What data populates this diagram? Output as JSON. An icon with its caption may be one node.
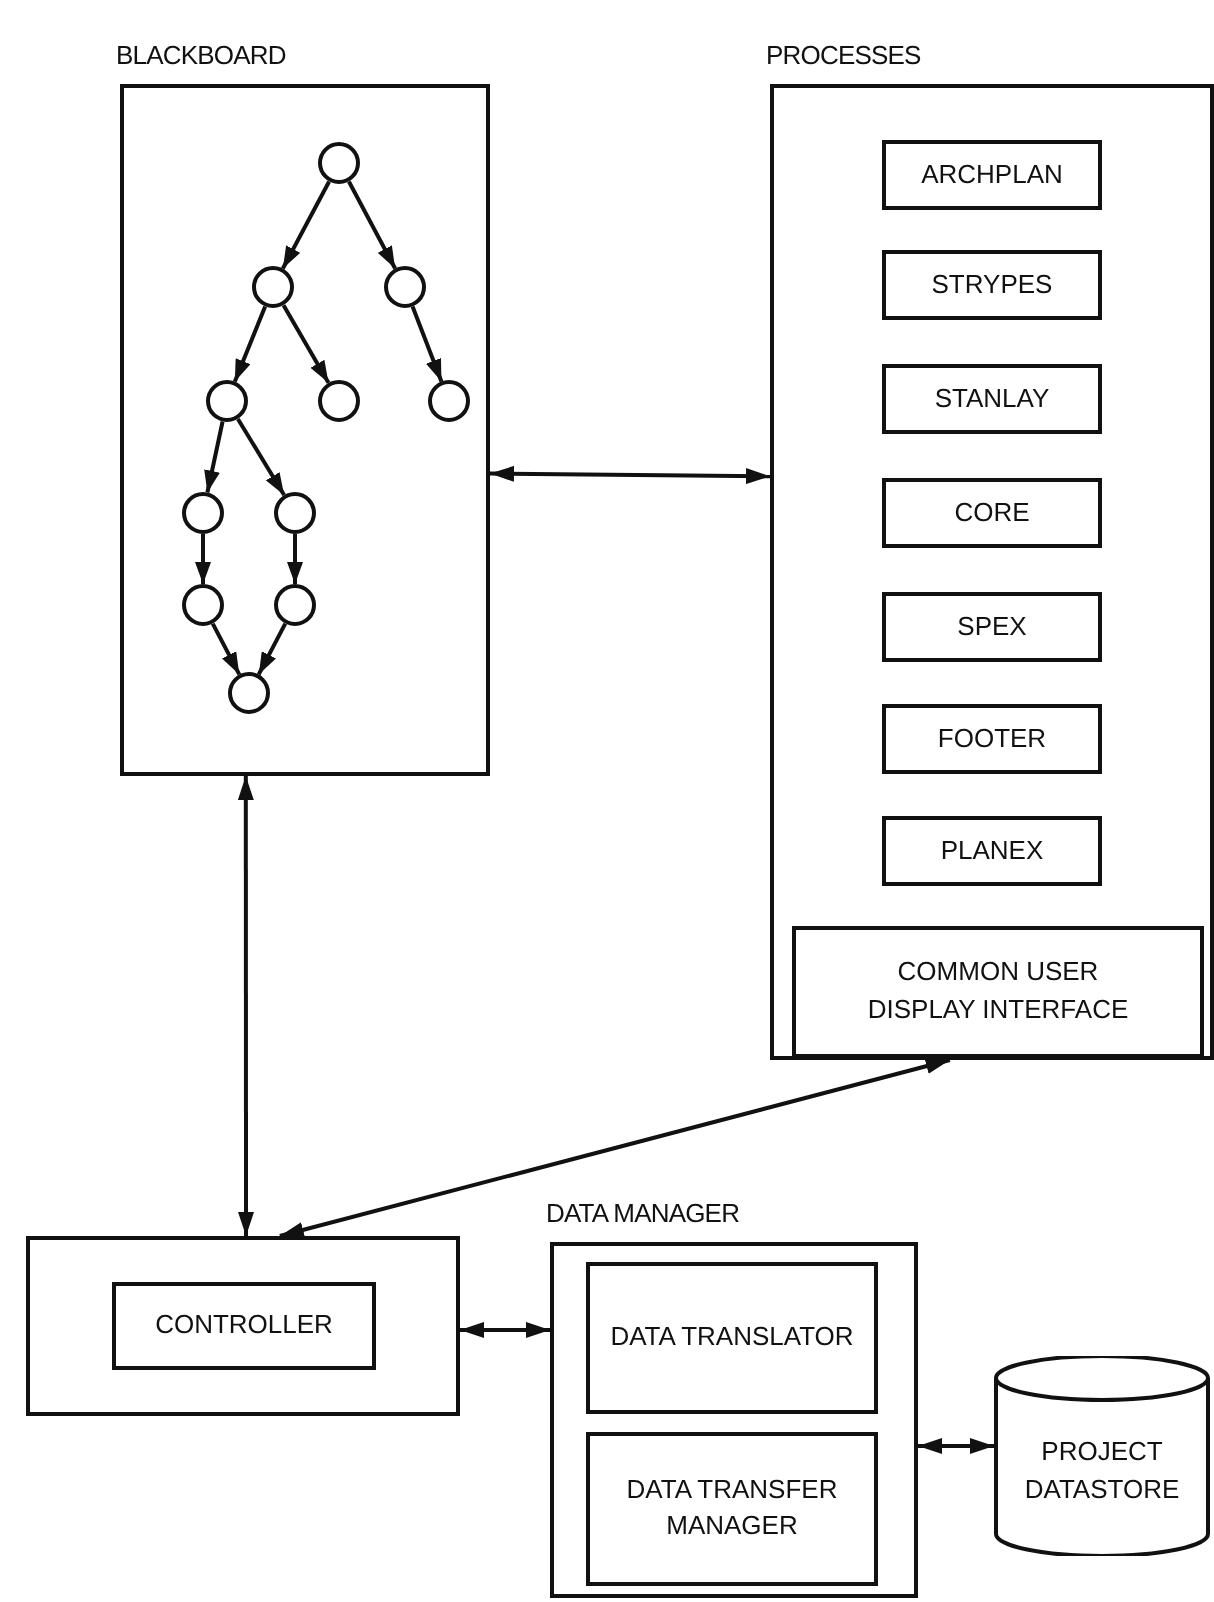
{
  "diagram": {
    "nodes": [
      {
        "text": [
          "BLACKBOARD"
        ]
      },
      {
        "text": [],
        "shape": "circle",
        "in": 0
      },
      {
        "text": [],
        "shape": "circle",
        "in": 0
      },
      {
        "text": [],
        "shape": "circle",
        "in": 0
      },
      {
        "text": [],
        "shape": "circle",
        "in": 0
      },
      {
        "text": [],
        "shape": "circle",
        "in": 0
      },
      {
        "text": [],
        "shape": "circle",
        "in": 0
      },
      {
        "text": [],
        "shape": "circle",
        "in": 0
      },
      {
        "text": [],
        "shape": "circle",
        "in": 0
      },
      {
        "text": [],
        "shape": "circle",
        "in": 0
      },
      {
        "text": [],
        "shape": "circle",
        "in": 0
      },
      {
        "text": [],
        "shape": "circle",
        "in": 0
      },
      {
        "text": [
          "PROCESSES"
        ]
      },
      {
        "text": [
          "ARCHPLAN"
        ],
        "in": 12
      },
      {
        "text": [
          "STRYPES"
        ],
        "in": 12
      },
      {
        "text": [
          "STANLAY"
        ],
        "in": 12
      },
      {
        "text": [
          "CORE"
        ],
        "in": 12
      },
      {
        "text": [
          "SPEX"
        ],
        "in": 12
      },
      {
        "text": [
          "FOOTER"
        ],
        "in": 12
      },
      {
        "text": [
          "PLANEX"
        ],
        "in": 12
      },
      {
        "text": [
          "COMMON USER DISPLAY INTERFACE"
        ],
        "in": 12
      },
      {
        "text": [],
        "shape": "box"
      },
      {
        "text": [
          "CONTROLLER"
        ],
        "in": 21
      },
      {
        "text": [
          "DATA MANAGER"
        ]
      },
      {
        "text": [
          "DATA TRANSLATOR"
        ],
        "in": 23
      },
      {
        "text": [
          "DATA TRANSFER MANAGER"
        ],
        "in": 23
      },
      {
        "text": [
          "PROJECT DATASTORE"
        ]
      }
    ],
    "edges": [
      {
        "from": 1,
        "to": 2,
        "arrow": "to"
      },
      {
        "from": 1,
        "to": 3,
        "arrow": "to"
      },
      {
        "from": 2,
        "to": 4,
        "arrow": "to"
      },
      {
        "from": 2,
        "to": 5,
        "arrow": "to"
      },
      {
        "from": 3,
        "to": 6,
        "arrow": "to"
      },
      {
        "from": 4,
        "to": 7,
        "arrow": "to"
      },
      {
        "from": 4,
        "to": 8,
        "arrow": "to"
      },
      {
        "from": 7,
        "to": 9,
        "arrow": "to"
      },
      {
        "from": 8,
        "to": 10,
        "arrow": "to"
      },
      {
        "from": 9,
        "to": 11,
        "arrow": "to"
      },
      {
        "from": 10,
        "to": 11,
        "arrow": "to"
      },
      {
        "from": 0,
        "to": 12,
        "arrow": "both"
      },
      {
        "from": 0,
        "to": 21,
        "arrow": "both"
      },
      {
        "from": 21,
        "to": 12,
        "arrow": "both"
      },
      {
        "from": 21,
        "to": 23,
        "arrow": "both"
      },
      {
        "from": 23,
        "to": 26,
        "arrow": "both"
      }
    ]
  }
}
